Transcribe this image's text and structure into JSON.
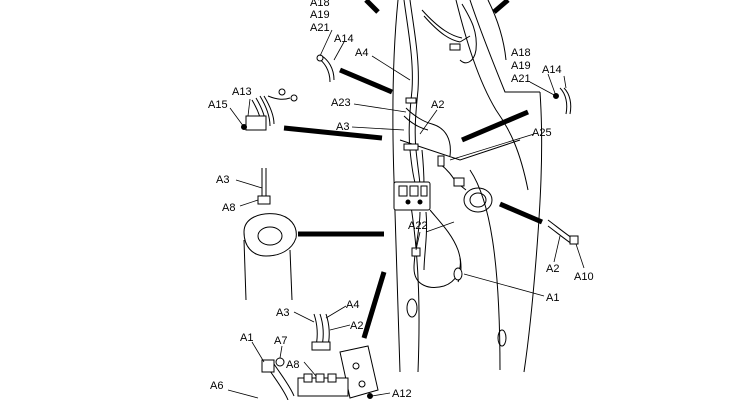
{
  "callouts": {
    "l01": "A18",
    "l02": "A19",
    "l03": "A21",
    "l04": "A14",
    "l05": "A4",
    "l06": "A18",
    "l07": "A19",
    "l08": "A21",
    "l09": "A14",
    "l10": "A13",
    "l11": "A15",
    "l12": "A23",
    "l13": "A2",
    "l14": "A3",
    "l15": "A25",
    "l16": "A3",
    "l17": "A8",
    "l18": "A22",
    "l19": "A2",
    "l20": "A10",
    "l21": "A1",
    "l22": "A3",
    "l23": "A4",
    "l24": "A2",
    "l25": "A1",
    "l26": "A7",
    "l27": "A8",
    "l28": "A6",
    "l29": "A12"
  }
}
